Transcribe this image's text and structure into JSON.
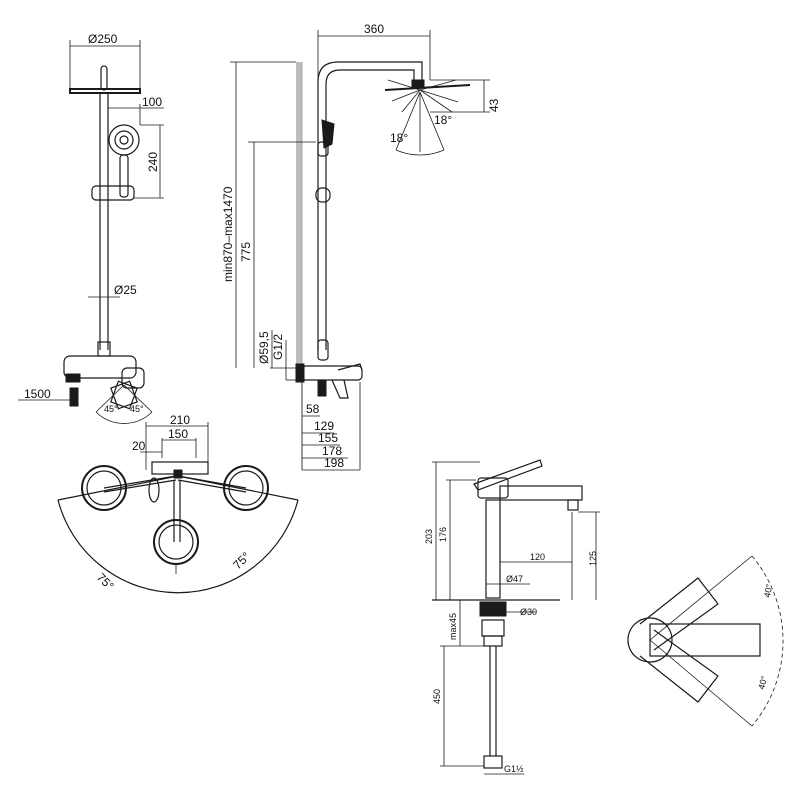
{
  "front_view": {
    "head_diameter": "Ø250",
    "hand_offset": "100",
    "hand_height": "240",
    "pipe_diameter": "Ø25",
    "hose_length": "1500",
    "angle_left": "45°",
    "angle_right": "45°"
  },
  "side_view": {
    "arm_length": "360",
    "height_range": "min870–max1470",
    "slider_height": "775",
    "inlet_diameter": "Ø59,5",
    "thread": "G1/2",
    "head_height": "43",
    "spray_left": "18°",
    "spray_right": "18°",
    "depths": [
      "58",
      "129",
      "155",
      "178",
      "198"
    ]
  },
  "top_view": {
    "centers_outer": "210",
    "centers_inner": "150",
    "offset": "20",
    "swing_left": "75°",
    "swing_right": "75°"
  },
  "basin_view": {
    "height_total": "203",
    "height_spout": "176",
    "reach": "120",
    "spout_clearance": "125",
    "body_diameter": "Ø47",
    "hole_diameter": "Ø30",
    "deck_thickness": "max45",
    "hose_length": "450",
    "thread": "G1½"
  },
  "lever_view": {
    "angle_top": "40°",
    "angle_bottom": "40°"
  }
}
